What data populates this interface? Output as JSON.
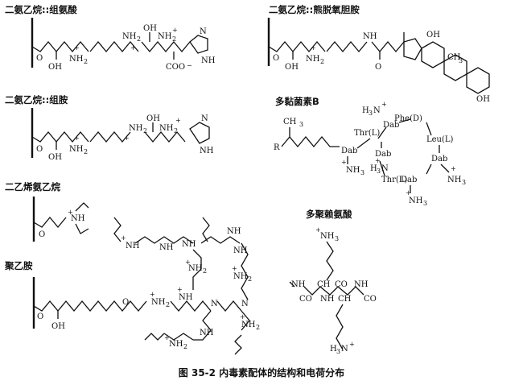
{
  "labels": {
    "dextran_histidine": "二氨乙烷::组氨酸",
    "dextran_ursodeoxycholate": "二氨乙烷::熊脱氧胆胺",
    "dextran_histamine": "二氨乙烷::组胺",
    "polymyxin_b": "多黏菌素B",
    "diethylaminoethane": "二乙烯氨乙烷",
    "polyethyleneimine": "聚乙胺",
    "polylysine": "多聚赖氨酸"
  },
  "caption": "图 35-2   内毒素配体的结构和电荷分布",
  "atoms": {
    "oh": "OH",
    "nh2": "NH",
    "nh2_sub": "2",
    "nh3": "NH",
    "nh3_sub": "3",
    "h3n": "H",
    "h3n_rest": "N",
    "nh": "NH",
    "o": "O",
    "n": "N",
    "r": "R",
    "ch3": "CH",
    "coo": "COO",
    "plus": "+",
    "minus": "−",
    "dab": "Dab",
    "thr": "Thr(L)",
    "phe": "Phe(D)",
    "leu": "Leu(L)",
    "co": "CO",
    "ch": "CH"
  }
}
